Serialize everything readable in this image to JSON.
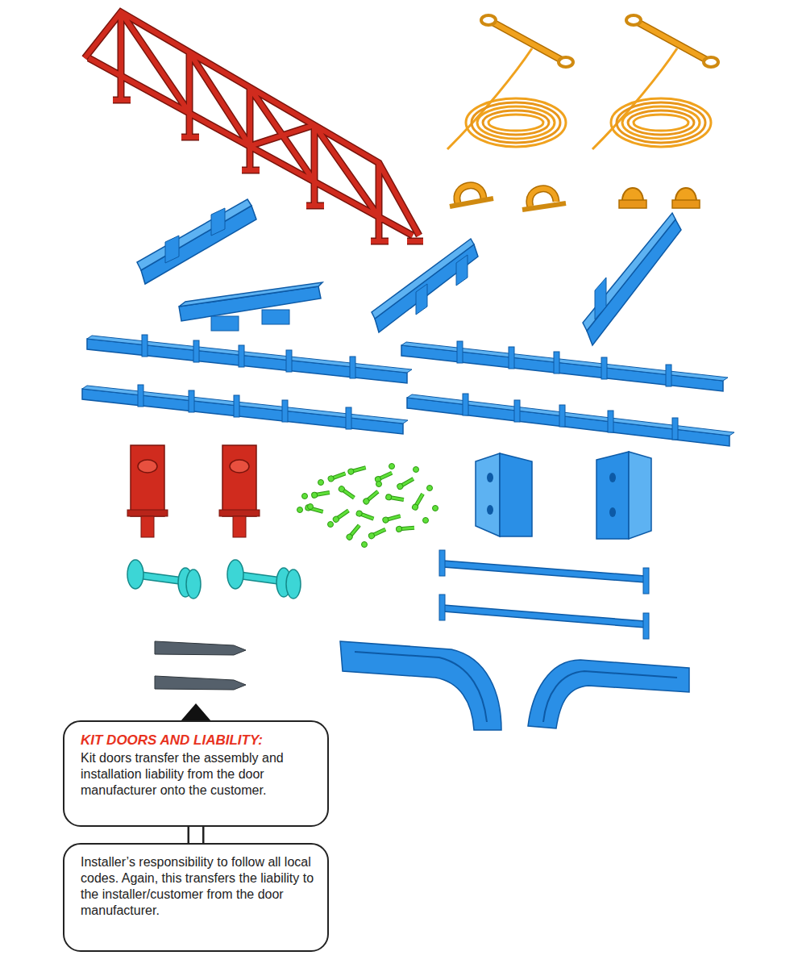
{
  "diagram": {
    "nodes": [
      {
        "text": [
          "KIT DOORS AND LIABILITY:",
          "Kit doors transfer the assembly and installation liability from the door manufacturer onto the customer."
        ]
      },
      {
        "text": [
          "Installer’s responsibility to follow all local codes. Again, this transfers the liability to the installer/customer from the door manufacturer."
        ]
      }
    ],
    "edges": [
      {
        "from": 0,
        "to": 1,
        "arrow": "none"
      }
    ]
  }
}
